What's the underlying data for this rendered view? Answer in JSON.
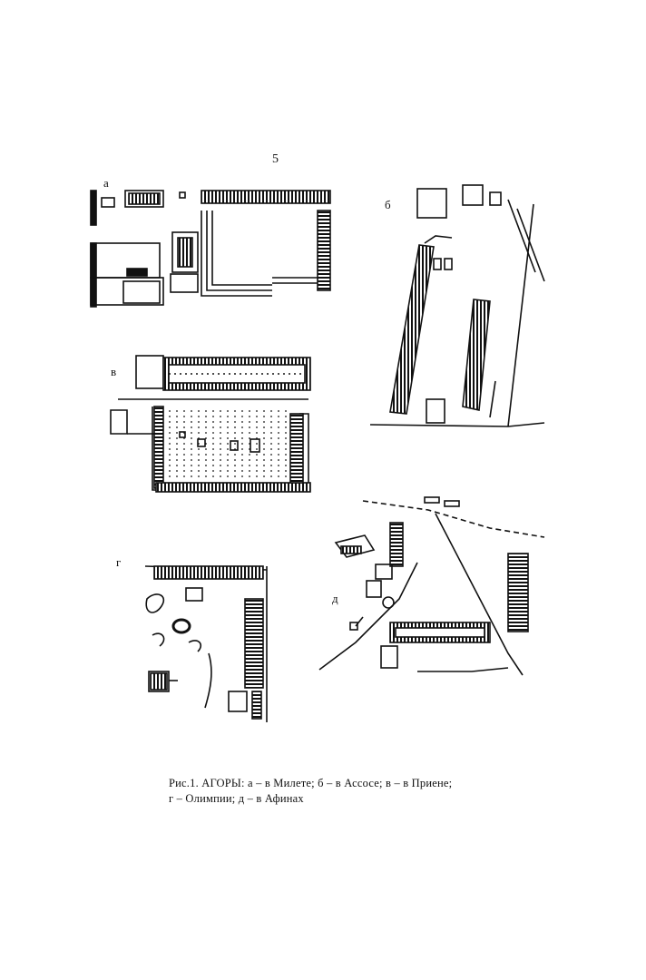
{
  "page_number": "5",
  "labels": {
    "a": "а",
    "b": "б",
    "v": "в",
    "g": "г",
    "d": "д"
  },
  "caption": {
    "line1": "Рис.1. АГОРЫ: а – в Милете; б – в Ассосе; в – в Приене;",
    "line2": "г – Олимпии; д – в Афинах"
  }
}
